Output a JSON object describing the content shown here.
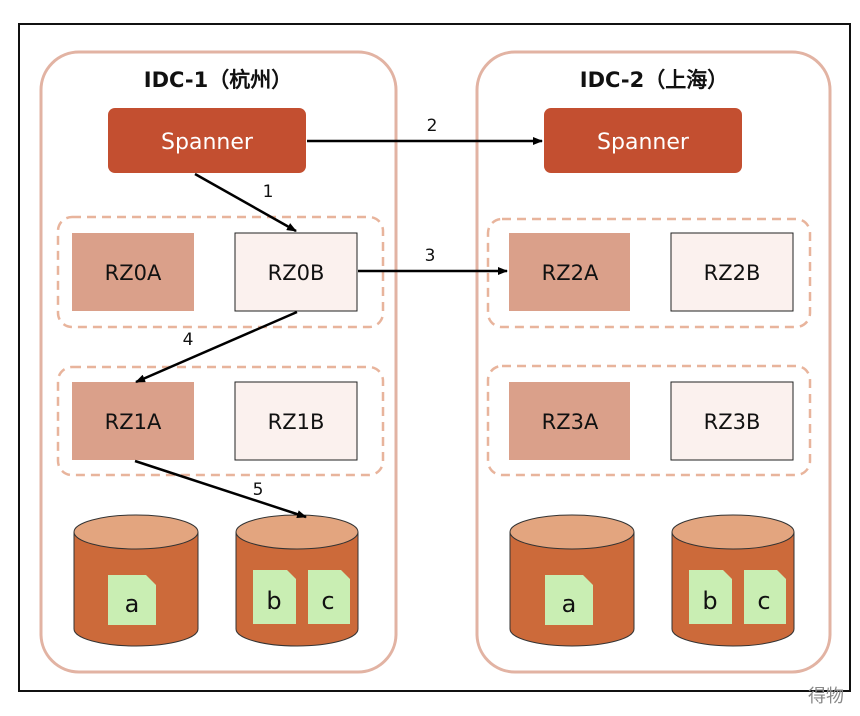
{
  "colors": {
    "idc_border": "#e2b3a3",
    "spanner_fill": "#c34f30",
    "rz_dark_fill": "#daa08a",
    "rz_light_fill": "#fbf1ee",
    "dashed_group": "#e8b49c",
    "cylinder_body": "#cc6a3a",
    "cylinder_top": "#e3a57f",
    "file_fill": "#c9eeb3",
    "arrow": "#000000"
  },
  "idc1": {
    "title": "IDC-1（杭州）",
    "spanner": "Spanner",
    "rz0a": "RZ0A",
    "rz0b": "RZ0B",
    "rz1a": "RZ1A",
    "rz1b": "RZ1B",
    "storage1_files": [
      "a"
    ],
    "storage2_files": [
      "b",
      "c"
    ]
  },
  "idc2": {
    "title": "IDC-2（上海）",
    "spanner": "Spanner",
    "rz2a": "RZ2A",
    "rz2b": "RZ2B",
    "rz3a": "RZ3A",
    "rz3b": "RZ3B",
    "storage1_files": [
      "a"
    ],
    "storage2_files": [
      "b",
      "c"
    ]
  },
  "steps": [
    "1",
    "2",
    "3",
    "4",
    "5"
  ],
  "watermark": "得物"
}
